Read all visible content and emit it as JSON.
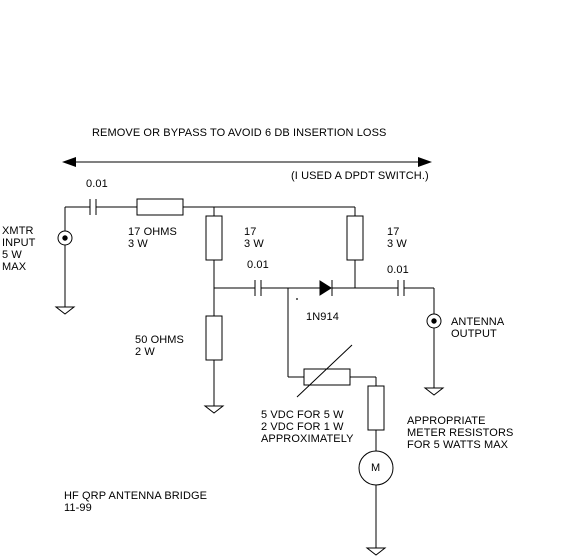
{
  "banner": {
    "text": "REMOVE OR BYPASS TO AVOID  6 DB INSERTION LOSS",
    "note": "(I USED A DPDT SWITCH.)"
  },
  "input": {
    "lines": [
      "XMTR",
      "INPUT",
      "5 W",
      "MAX"
    ]
  },
  "components": {
    "c_input": "0.01",
    "r_series": [
      "17  OHMS",
      "3 W"
    ],
    "r_left_top": [
      "17",
      "3 W"
    ],
    "r_right_top": [
      "17",
      "3 W"
    ],
    "c_middle": "0.01",
    "c_output": "0.01",
    "diode": "1N914",
    "r_load": [
      "50 OHMS",
      "2 W"
    ],
    "pot_note": [
      "5 VDC FOR 5 W",
      "2 VDC FOR 1 W",
      "APPROXIMATELY"
    ],
    "meter_symbol": "M",
    "meter_note": [
      "APPROPRIATE",
      "METER RESISTORS",
      "FOR 5 WATTS MAX"
    ]
  },
  "output": {
    "lines": [
      "ANTENNA",
      "OUTPUT"
    ]
  },
  "footer": {
    "title": "HF QRP ANTENNA  BRIDGE",
    "date": "11-99"
  },
  "colors": {
    "line": "#000000",
    "background": "#ffffff"
  }
}
